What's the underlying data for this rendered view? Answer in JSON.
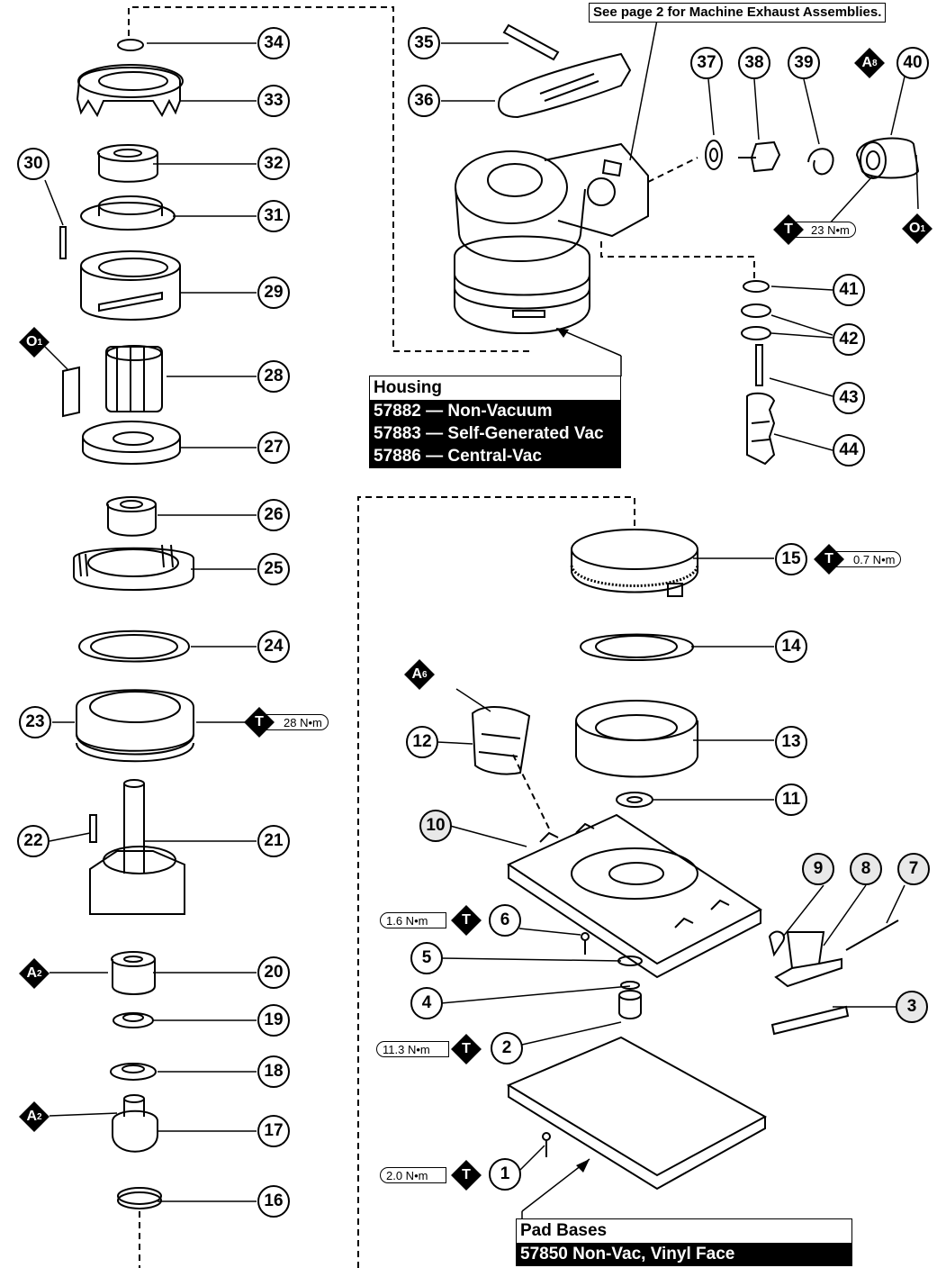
{
  "note": "See page 2 for Machine Exhaust Assemblies.",
  "housing": {
    "title": "Housing",
    "rows": [
      "57882 — Non-Vacuum",
      "57883 — Self-Generated Vac",
      "57886 — Central-Vac"
    ]
  },
  "pad_bases": {
    "title": "Pad Bases",
    "rows": [
      "57850 Non-Vac, Vinyl Face"
    ]
  },
  "callouts": [
    "1",
    "2",
    "3",
    "4",
    "5",
    "6",
    "7",
    "8",
    "9",
    "10",
    "11",
    "12",
    "13",
    "14",
    "15",
    "16",
    "17",
    "18",
    "19",
    "20",
    "21",
    "22",
    "23",
    "24",
    "25",
    "26",
    "27",
    "28",
    "29",
    "30",
    "31",
    "32",
    "33",
    "34",
    "35",
    "36",
    "37",
    "38",
    "39",
    "40",
    "41",
    "42",
    "43",
    "44"
  ],
  "symbols": {
    "torque_letter": "T",
    "assembly_letter": "A",
    "oil_letter": "O",
    "sub_1": "1",
    "sub_2": "2",
    "sub_6": "6",
    "sub_8": "8"
  },
  "torques": {
    "t15": "0.7 N•m",
    "t40": "23 N•m",
    "t23": "28 N•m",
    "t6": "1.6 N•m",
    "t2": "11.3 N•m",
    "t1": "2.0 N•m"
  },
  "colors": {
    "ink": "#000000",
    "shaded_callout": "#e8e8e8"
  }
}
